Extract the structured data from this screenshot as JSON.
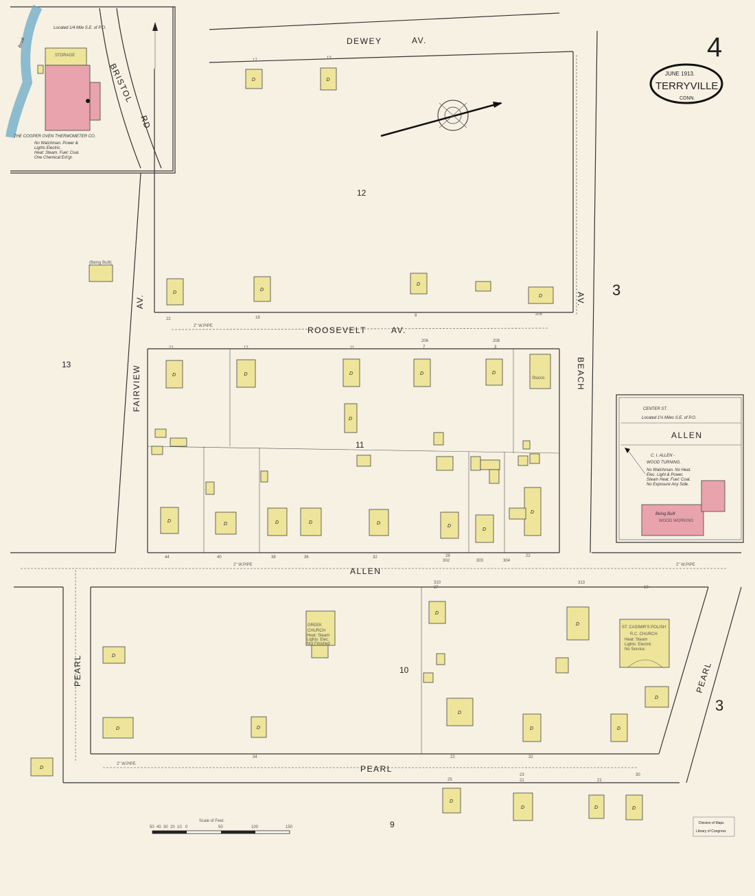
{
  "sheet": {
    "number": "4",
    "date": "JUNE 1913.",
    "town": "TERRYVILLE",
    "state": "CONN."
  },
  "streets": {
    "dewey": "DEWEY",
    "dewey_av": "AV.",
    "roosevelt": "ROOSEVELT",
    "roosevelt_av": "AV.",
    "fairview": "FAIRVIEW",
    "fairview_av": "AV.",
    "beach": "BEACH",
    "beach_av": "AV.",
    "allen": "ALLEN",
    "pearl_bottom": "PEARL",
    "pearl_left": "PEARL",
    "pearl_right": "PEARL",
    "bristol": "BRISTOL",
    "bristol_rd": "RD"
  },
  "blocks": {
    "b12": "12",
    "b11": "11",
    "b10": "10",
    "b9": "9",
    "b13": "13",
    "adj_right_top": "3",
    "adj_right_bottom": "3"
  },
  "inset_left": {
    "location": "Located 1/4 Mile S.E. of P.O.",
    "company": "THE COOPER OVEN THERMOMETER CO.",
    "notes": [
      "No Watchman. Power &",
      "Lights Electric.",
      "Heat: Steam. Fuel: Coal.",
      "One Chemical Ext'gr."
    ],
    "storage": "STORAGE",
    "label_brook": "Brook"
  },
  "inset_right": {
    "location": "Located 1¼ Miles S.E. of P.O.",
    "center_st": "CENTER ST.",
    "street": "ALLEN",
    "company": "C. I. ALLEN -",
    "business": "WOOD TURNING.",
    "notes": [
      "No Watchman. No Heat.",
      "Elec. Light & Power.",
      "Steam Heat. Fuel: Coal.",
      "No Exposure Any Side."
    ],
    "being_built": "Being Built",
    "wood_working": "WOOD WORKING"
  },
  "churches": {
    "greek": {
      "name": "GREEK",
      "type": "CHURCH",
      "notes": [
        "Heat: Steam",
        "Lights: Elec.",
        "Not Finished"
      ]
    },
    "polish": {
      "name": "ST. CASIMIR'S POLISH",
      "type": "R.C. CHURCH",
      "notes": [
        "Heat: Steam",
        "Lights: Electric",
        "No Service"
      ]
    }
  },
  "labels": {
    "stucco": "Stucco",
    "being_built": "(Being Built)",
    "dwelling": "D"
  },
  "pipes": {
    "label": "2\" W.PIPE"
  },
  "house_numbers": [
    "17",
    "13",
    "22",
    "18",
    "8",
    "205",
    "21",
    "17",
    "11",
    "206",
    "208",
    "7",
    "3",
    "44",
    "40",
    "38",
    "36",
    "32",
    "28",
    "302",
    "303",
    "304",
    "22",
    "310",
    "27",
    "313",
    "19",
    "34",
    "22",
    "32",
    "25",
    "23",
    "21",
    "21",
    "30"
  ],
  "scale": {
    "label": "Scale of Feet.",
    "ticks": [
      "50",
      "40",
      "30",
      "20",
      "10",
      "0",
      "50",
      "100",
      "150"
    ]
  },
  "stamp": {
    "line1": "Division of Maps",
    "line2": "Library of Congress"
  },
  "colors": {
    "paper": "#f6f1e3",
    "frame_dwelling": "#eee59a",
    "brick": "#e8a3ad"
  }
}
